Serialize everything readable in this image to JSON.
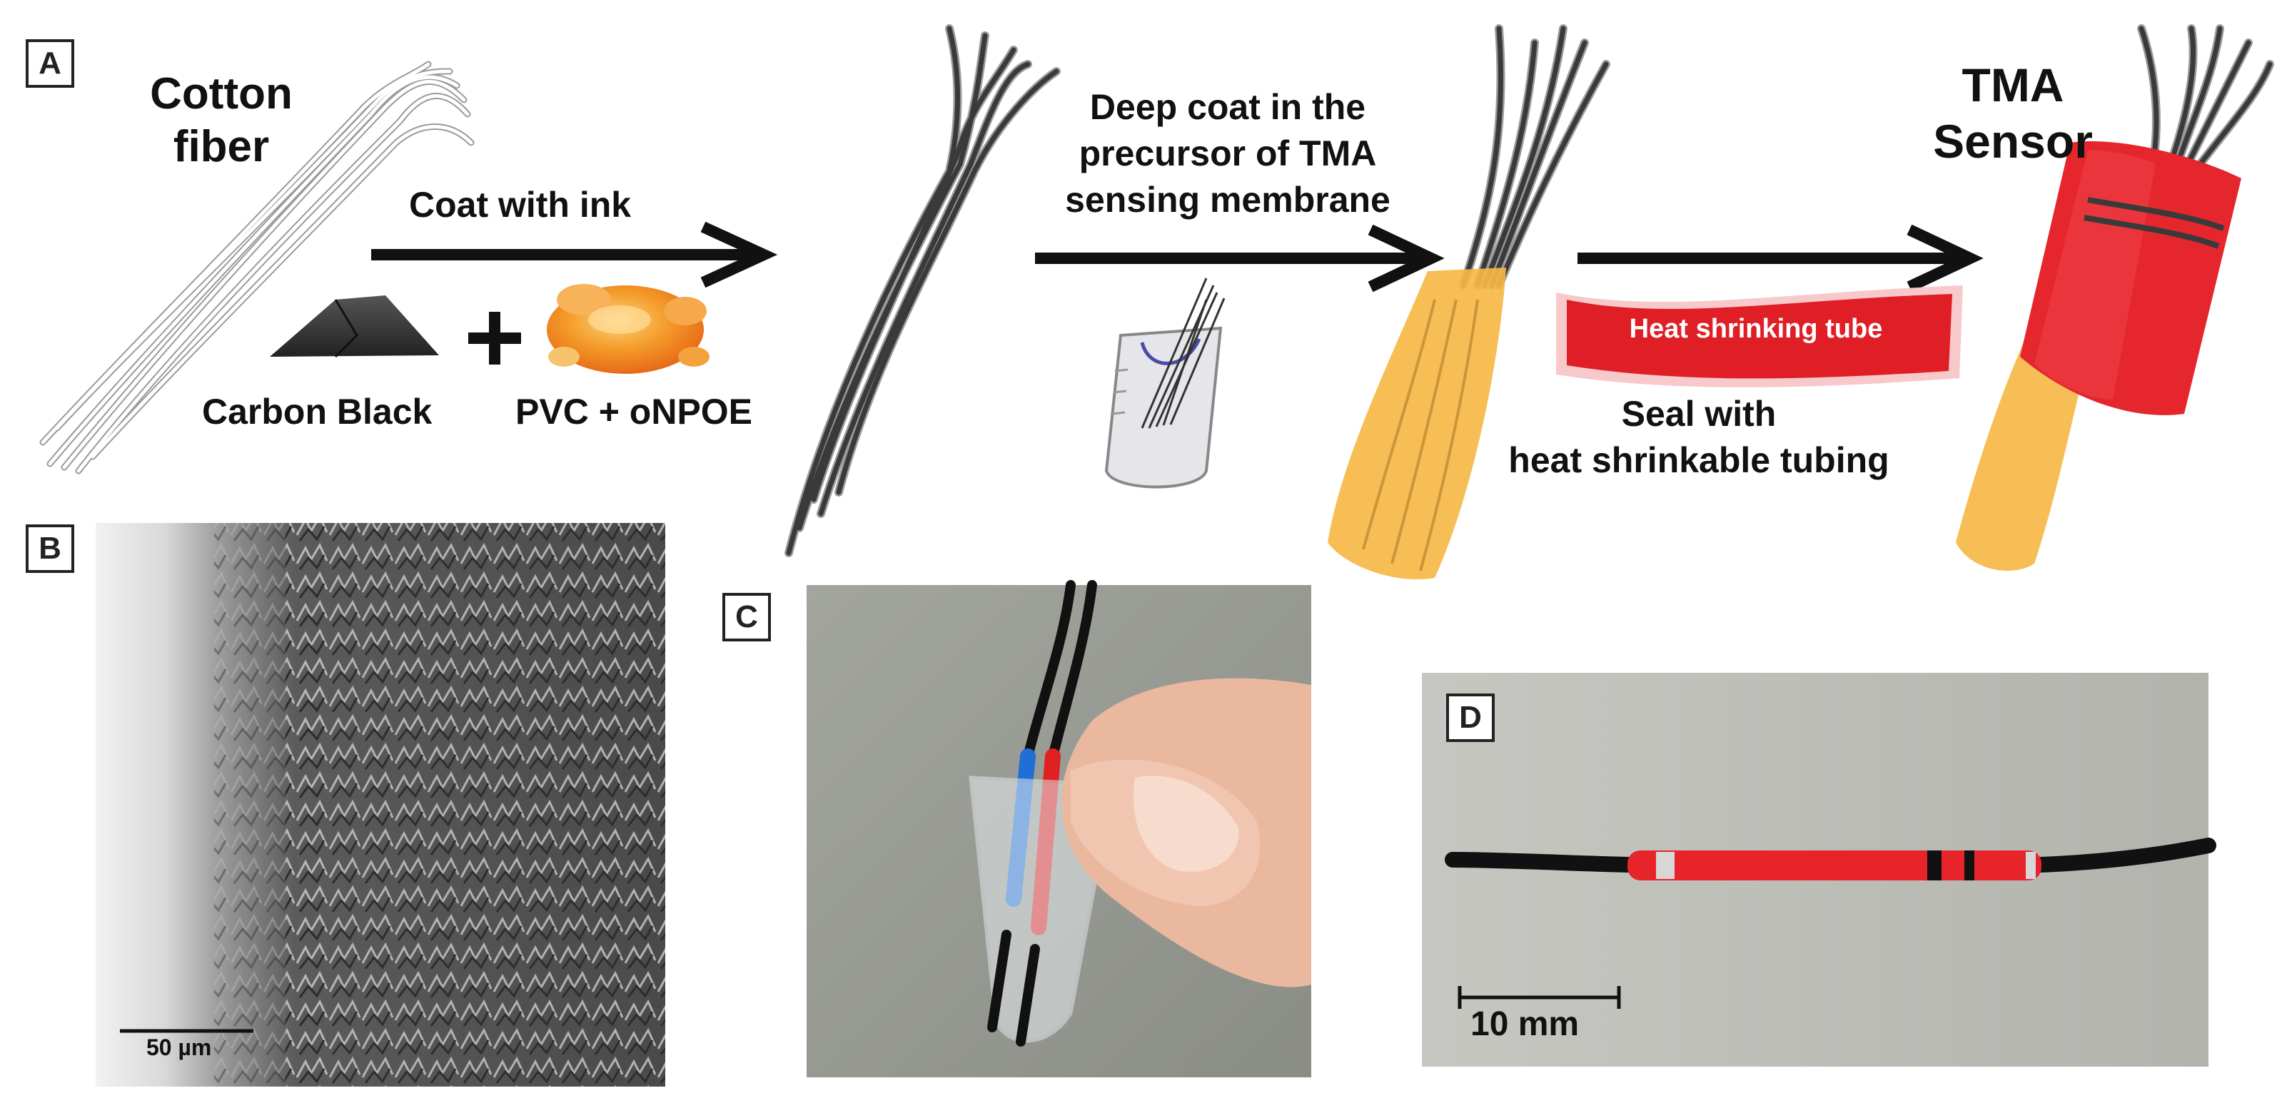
{
  "panels": {
    "a": {
      "label": "A",
      "cotton_fiber": "Cotton\nfiber",
      "step1_arrow_label": "Coat with ink",
      "carbon_black_label": "Carbon Black",
      "pvc_label": "PVC + oNPOE",
      "step2_arrow_label": "Deep coat in the\nprecursor of TMA\nsensing membrane",
      "tube_label": "Heat shrinking tube",
      "step3_label": "Seal with\nheat shrinkable tubing",
      "result_label": "TMA\nSensor"
    },
    "b": {
      "label": "B",
      "scale_bar": "50 µm"
    },
    "c": {
      "label": "C"
    },
    "d": {
      "label": "D",
      "scale_bar": "10 mm"
    }
  },
  "colors": {
    "fiber_dark": "#3a3a3a",
    "membrane_orange": "#f5b845",
    "tube_red": "#e01e26",
    "sensor_red": "#e5262c",
    "ink_orange": "#f39a28",
    "photo_bg_c": "#9a9d95",
    "photo_bg_d": "#bdbdb8",
    "sem_gray": "#6d6d6d"
  }
}
